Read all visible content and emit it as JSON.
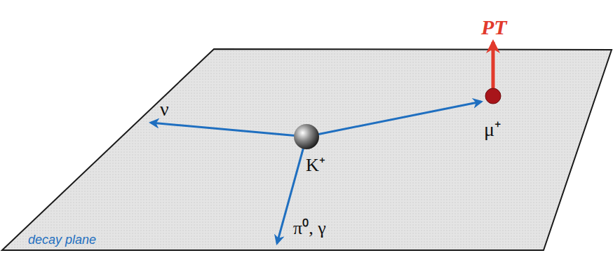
{
  "diagram": {
    "labels": [
      "PT",
      "ν",
      "μ⁺",
      "K⁺",
      "π⁰, γ",
      "decay plane"
    ]
  }
}
